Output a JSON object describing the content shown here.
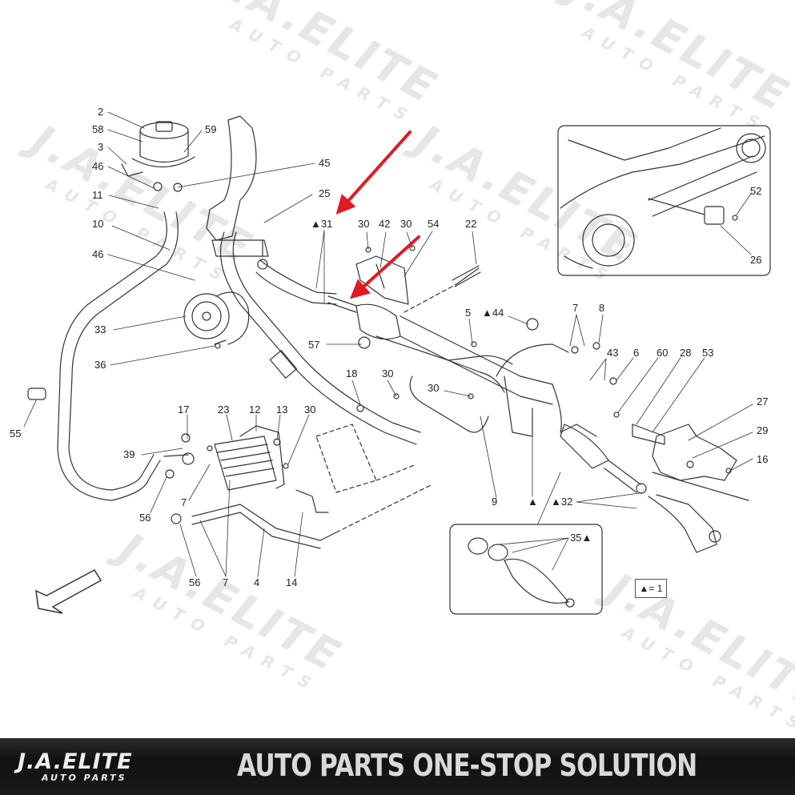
{
  "diagram": {
    "callouts": [
      {
        "id": "c2",
        "text": "2"
      },
      {
        "id": "c58",
        "text": "58"
      },
      {
        "id": "c3",
        "text": "3"
      },
      {
        "id": "c46a",
        "text": "46"
      },
      {
        "id": "c11",
        "text": "11"
      },
      {
        "id": "c10",
        "text": "10"
      },
      {
        "id": "c46b",
        "text": "46"
      },
      {
        "id": "c33",
        "text": "33"
      },
      {
        "id": "c36",
        "text": "36"
      },
      {
        "id": "c55",
        "text": "55"
      },
      {
        "id": "c59",
        "text": "59"
      },
      {
        "id": "c45",
        "text": "45"
      },
      {
        "id": "c25",
        "text": "25"
      },
      {
        "id": "c31",
        "text": "▲31"
      },
      {
        "id": "c30a",
        "text": "30"
      },
      {
        "id": "c42",
        "text": "42"
      },
      {
        "id": "c30b",
        "text": "30"
      },
      {
        "id": "c54",
        "text": "54"
      },
      {
        "id": "c22",
        "text": "22"
      },
      {
        "id": "c5",
        "text": "5"
      },
      {
        "id": "c44",
        "text": "▲44"
      },
      {
        "id": "c7a",
        "text": "7"
      },
      {
        "id": "c8",
        "text": "8"
      },
      {
        "id": "c43",
        "text": "43"
      },
      {
        "id": "c6",
        "text": "6"
      },
      {
        "id": "c60",
        "text": "60"
      },
      {
        "id": "c28",
        "text": "28"
      },
      {
        "id": "c53",
        "text": "53"
      },
      {
        "id": "c57",
        "text": "57"
      },
      {
        "id": "c18",
        "text": "18"
      },
      {
        "id": "c30c",
        "text": "30"
      },
      {
        "id": "c30d",
        "text": "30"
      },
      {
        "id": "c17",
        "text": "17"
      },
      {
        "id": "c23",
        "text": "23"
      },
      {
        "id": "c12",
        "text": "12"
      },
      {
        "id": "c13",
        "text": "13"
      },
      {
        "id": "c30e",
        "text": "30"
      },
      {
        "id": "c39",
        "text": "39"
      },
      {
        "id": "c7b",
        "text": "7"
      },
      {
        "id": "c56a",
        "text": "56"
      },
      {
        "id": "c56b",
        "text": "56"
      },
      {
        "id": "c7c",
        "text": "7"
      },
      {
        "id": "c4",
        "text": "4"
      },
      {
        "id": "c14",
        "text": "14"
      },
      {
        "id": "c9",
        "text": "9"
      },
      {
        "id": "c32m",
        "text": "▲"
      },
      {
        "id": "c32",
        "text": "▲32"
      },
      {
        "id": "c35",
        "text": "35▲"
      },
      {
        "id": "c27",
        "text": "27"
      },
      {
        "id": "c29",
        "text": "29"
      },
      {
        "id": "c16",
        "text": "16"
      },
      {
        "id": "c52",
        "text": "52"
      },
      {
        "id": "c26",
        "text": "26"
      }
    ],
    "legend": "▲= 1",
    "highlight_color": "#e01b24"
  },
  "watermark": {
    "brand": "J.A.ELITE",
    "sub": "AUTO PARTS"
  },
  "footer": {
    "logo_main": "J.A.ELITE",
    "logo_sub": "AUTO PARTS",
    "slogan": "AUTO PARTS ONE-STOP SOLUTION"
  }
}
